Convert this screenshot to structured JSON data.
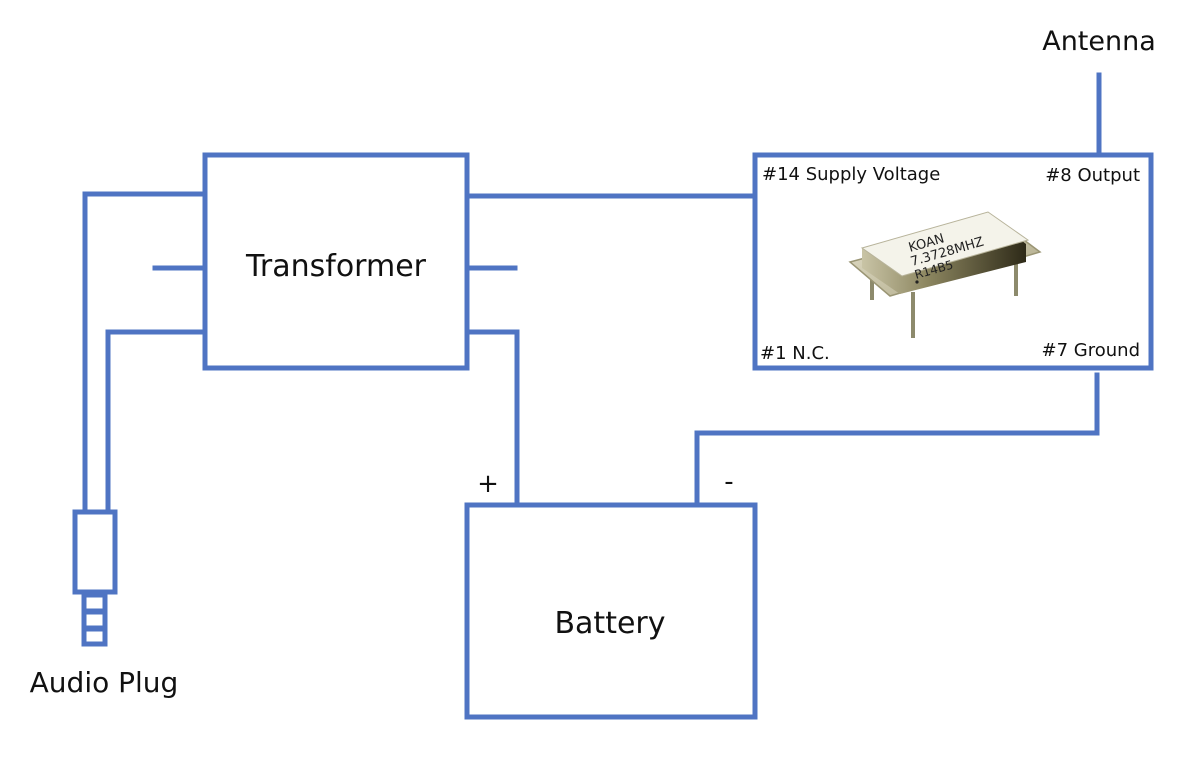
{
  "diagram": {
    "title": "Oscillator Radio Transmitter Wiring",
    "line_color": "#4f74c3",
    "components": {
      "transformer": {
        "label": "Transformer"
      },
      "battery": {
        "label": "Battery",
        "positive_label": "+",
        "negative_label": "-"
      },
      "oscillator": {
        "pins": {
          "supply": "#14 Supply Voltage",
          "output": "#8 Output",
          "nc": "#1 N.C.",
          "ground": "#7 Ground"
        },
        "chip_marking": [
          "KOAN",
          "7.3728MHZ",
          "R14B5"
        ]
      },
      "antenna": {
        "label": "Antenna"
      },
      "audio_plug": {
        "label": "Audio Plug"
      }
    },
    "connections": [
      {
        "from": "audio_plug.tip",
        "to": "transformer.primary_top"
      },
      {
        "from": "audio_plug.sleeve",
        "to": "transformer.primary_bottom"
      },
      {
        "from": "transformer.secondary_top",
        "to": "oscillator.supply"
      },
      {
        "from": "transformer.secondary_bottom",
        "to": "battery.positive"
      },
      {
        "from": "oscillator.ground",
        "to": "battery.negative"
      },
      {
        "from": "oscillator.output",
        "to": "antenna"
      }
    ]
  }
}
